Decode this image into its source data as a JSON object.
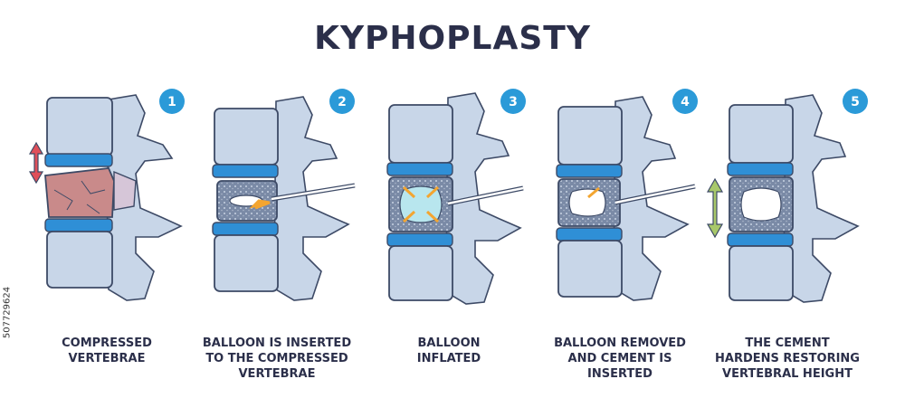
{
  "title": "KYPHOPLASTY",
  "stock_id": "507729624",
  "steps": [
    {
      "number": "1",
      "caption_lines": [
        "COMPRESSED",
        "VERTEBRAE"
      ]
    },
    {
      "number": "2",
      "caption_lines": [
        "BALLOON IS INSERTED",
        "TO THE COMPRESSED",
        "VERTEBRAE"
      ]
    },
    {
      "number": "3",
      "caption_lines": [
        "BALLOON",
        "INFLATED"
      ]
    },
    {
      "number": "4",
      "caption_lines": [
        "BALLOON REMOVED",
        "AND CEMENT IS",
        "INSERTED"
      ]
    },
    {
      "number": "5",
      "caption_lines": [
        "THE CEMENT",
        "HARDENS RESTORING",
        "VERTEBRAL HEIGHT"
      ]
    }
  ],
  "colors": {
    "title": "#2b2f4a",
    "bone_fill": "#c8d6e8",
    "bone_stroke": "#3d4a66",
    "disc": "#2f8fd6",
    "badge": "#2b9ad8",
    "fracture": "#c98a8a",
    "arrow_orange": "#f3a530",
    "arrow_red": "#e0505a",
    "arrow_green": "#a8c86a",
    "balloon": "#b8e6ee",
    "cement": "#ffffff",
    "cancellous": "#6f7f9a"
  }
}
